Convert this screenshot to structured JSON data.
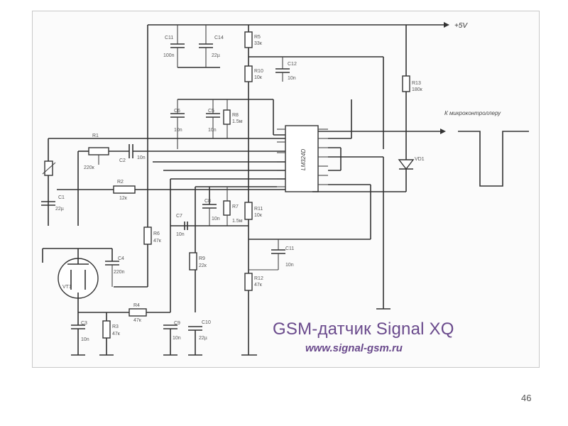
{
  "schematic": {
    "title": "GSM-датчик Signal XQ",
    "url": "www.signal-gsm.ru",
    "supply_label": "+5V",
    "output_label": "К микроконтроллеру",
    "ic_label": "LM324D",
    "components": {
      "c11": {
        "ref": "C11",
        "value": "100n"
      },
      "c14": {
        "ref": "C14",
        "value": "22µ"
      },
      "r5_top": {
        "ref": "R5",
        "value": "33к"
      },
      "r10": {
        "ref": "R10",
        "value": "10к"
      },
      "c12": {
        "ref": "C12",
        "value": "10n"
      },
      "r13": {
        "ref": "R13",
        "value": "180к"
      },
      "c6": {
        "ref": "C6",
        "value": "10n"
      },
      "c5": {
        "ref": "C5",
        "value": "10n"
      },
      "r8": {
        "ref": "R8",
        "value": "1.5м"
      },
      "r1": {
        "ref": "R1",
        "value": "220к"
      },
      "c2": {
        "ref": "C2",
        "value": "10n"
      },
      "r2": {
        "ref": "R2",
        "value": "12к"
      },
      "c1": {
        "ref": "C1",
        "value": "22µ"
      },
      "vd1": {
        "ref": "VD1",
        "value": ""
      },
      "c8": {
        "ref": "C8",
        "value": "10n"
      },
      "r7": {
        "ref": "R7",
        "value": "1.5м"
      },
      "c7": {
        "ref": "C7",
        "value": "10n"
      },
      "r11": {
        "ref": "R11",
        "value": "10к"
      },
      "r6": {
        "ref": "R6",
        "value": "47к"
      },
      "c4": {
        "ref": "C4",
        "value": "220n"
      },
      "c10": {
        "ref": "C10",
        "value": "22µ"
      },
      "r9": {
        "ref": "R9",
        "value": "22к"
      },
      "c11b": {
        "ref": "C11",
        "value": "10n"
      },
      "r12": {
        "ref": "R12",
        "value": "47к"
      },
      "r4": {
        "ref": "R4",
        "value": "47к"
      },
      "r3": {
        "ref": "R3",
        "value": "47к"
      },
      "c3": {
        "ref": "C3",
        "value": "10n"
      },
      "c9": {
        "ref": "C9",
        "value": "10n"
      },
      "vt1": {
        "ref": "VT1",
        "value": ""
      }
    }
  },
  "page_number": "46",
  "colors": {
    "caption": "#6a4a8c",
    "wire": "#333333",
    "frame_border": "#c8c8c8"
  }
}
